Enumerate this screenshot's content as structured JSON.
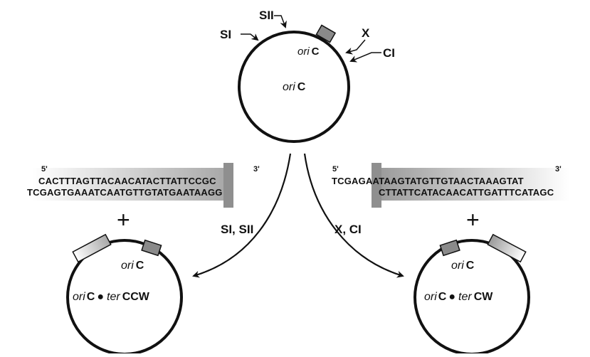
{
  "top_plasmid": {
    "site_labels": {
      "s1": "SI",
      "s2": "SII",
      "x": "X",
      "c1": "CI"
    },
    "inner_ori": {
      "italic": "ori",
      "bold": "C"
    },
    "center_ori": {
      "italic": "ori",
      "bold": "C"
    }
  },
  "left_sequence": {
    "five_prime": "5'",
    "three_prime": "3'",
    "top_strand": "CACTTTAGTTACAACATACTTATTCCGC",
    "bottom_strand": "TCGAGTGAAATCAATGTTGTATGAATAAGG"
  },
  "right_sequence": {
    "five_prime": "5'",
    "three_prime": "3'",
    "top_strand": "TCGAGAATAAGTATGTTGTAACTAAAGTAT",
    "bottom_strand": "CTTATTCATACAACATTGATTTCATAGC"
  },
  "plus_sign": "+",
  "arrow_labels": {
    "left": "SI, SII",
    "right": "X, CI"
  },
  "left_plasmid": {
    "inner_ori": {
      "italic": "ori",
      "bold": "C"
    },
    "center": {
      "ori_italic": "ori",
      "ori_bold": "C",
      "bullet": "●",
      "ter_italic": "ter",
      "ter_bold": "CCW"
    }
  },
  "right_plasmid": {
    "inner_ori": {
      "italic": "ori",
      "bold": "C"
    },
    "center": {
      "ori_italic": "ori",
      "ori_bold": "C",
      "bullet": "●",
      "ter_italic": "ter",
      "ter_bold": "CW"
    }
  }
}
